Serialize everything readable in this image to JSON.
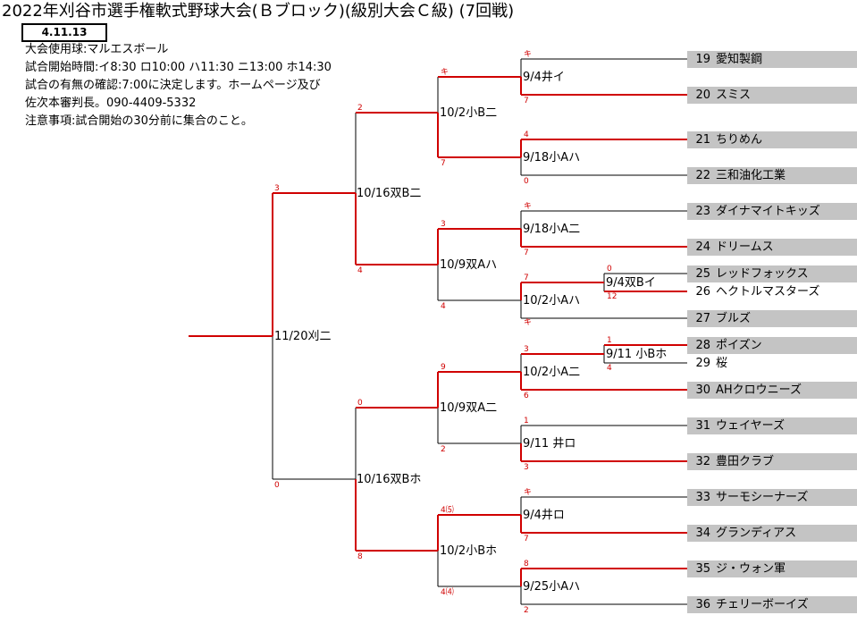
{
  "title": "2022年刈谷市選手権軟式野球大会(Ｂブロック)(級別大会Ｃ級) (7回戦)",
  "date_box": "4.11.13",
  "info_lines": [
    "大会使用球:マルエスボール",
    "試合開始時間:イ8:30  ロ10:00  ハ11:30  ニ13:00  ホ14:30",
    "試合の有無の確認:7:00に決定します。ホームページ及び",
    "佐次本審判長。090-4409-5332",
    "注意事項:試合開始の30分前に集合のこと。"
  ],
  "colors": {
    "winner_line": "#d00000",
    "bracket_line": "#000000",
    "team_bg": "#c4c4c4"
  },
  "teams": [
    {
      "num": "19",
      "name": "愛知製鋼"
    },
    {
      "num": "20",
      "name": "スミス"
    },
    {
      "num": "21",
      "name": "ちりめん"
    },
    {
      "num": "22",
      "name": "三和油化工業"
    },
    {
      "num": "23",
      "name": "ダイナマイトキッズ"
    },
    {
      "num": "24",
      "name": "ドリームス"
    },
    {
      "num": "25",
      "name": "レッドフォックス"
    },
    {
      "num": "26",
      "name": "ヘクトルマスターズ"
    },
    {
      "num": "27",
      "name": "ブルズ"
    },
    {
      "num": "28",
      "name": "ポイズン"
    },
    {
      "num": "29",
      "name": "桜"
    },
    {
      "num": "30",
      "name": "AHクロウニーズ"
    },
    {
      "num": "31",
      "name": "ウェイヤーズ"
    },
    {
      "num": "32",
      "name": "豊田クラブ"
    },
    {
      "num": "33",
      "name": "サーモシーナーズ"
    },
    {
      "num": "34",
      "name": "グランディアス"
    },
    {
      "num": "35",
      "name": "ジ・ウォン軍"
    },
    {
      "num": "36",
      "name": "チェリーボーイズ"
    }
  ],
  "matches": {
    "m25_26": {
      "label": "9/4双Bイ",
      "score_top": "0",
      "score_bottom": "12"
    },
    "m28_29": {
      "label": "9/11 小Bホ",
      "score_top": "1",
      "score_bottom": "4"
    },
    "m19_20": {
      "label": "9/4井イ",
      "score_top": "キ",
      "score_bottom": "7"
    },
    "m21_22": {
      "label": "9/18小Aハ",
      "score_top": "4",
      "score_bottom": "0"
    },
    "m23_24": {
      "label": "9/18小A二",
      "score_top": "キ",
      "score_bottom": "7"
    },
    "m25_27": {
      "label": "10/2小Aハ",
      "score_top": "7",
      "score_bottom": "キ"
    },
    "m28_30": {
      "label": "10/2小A二",
      "score_top": "3",
      "score_bottom": "6"
    },
    "m31_32": {
      "label": "9/11 井ロ",
      "score_top": "1",
      "score_bottom": "3"
    },
    "m33_34": {
      "label": "9/4井ロ",
      "score_top": "キ",
      "score_bottom": "7"
    },
    "m35_36": {
      "label": "9/25小Aハ",
      "score_top": "8",
      "score_bottom": "2"
    },
    "q1": {
      "label": "10/2小B二",
      "score_top": "キ",
      "score_bottom": "7"
    },
    "q2": {
      "label": "10/9双Aハ",
      "score_top": "3",
      "score_bottom": "4"
    },
    "q3": {
      "label": "10/9双A二",
      "score_top": "9",
      "score_bottom": "2"
    },
    "q4": {
      "label": "10/2小Bホ",
      "score_top": "4⑸",
      "score_bottom": "4⑷"
    },
    "s1": {
      "label": "10/16双B二",
      "score_top": "2",
      "score_bottom": "4"
    },
    "s2": {
      "label": "10/16双Bホ",
      "score_top": "0",
      "score_bottom": "8"
    },
    "final": {
      "label": "11/20刈二",
      "score_top": "3",
      "score_bottom": "0"
    }
  }
}
